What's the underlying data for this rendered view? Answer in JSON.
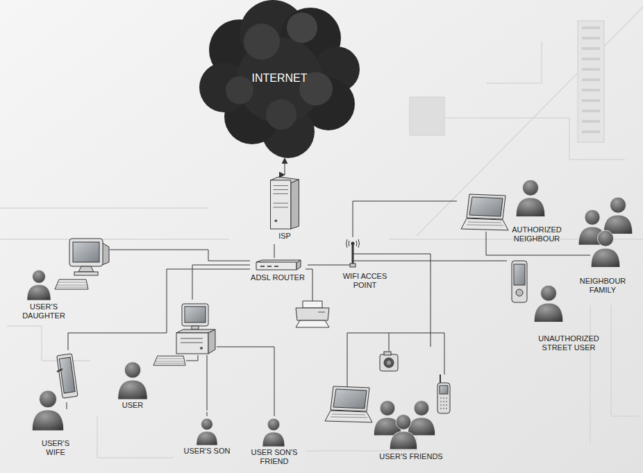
{
  "diagram": {
    "nodes": [
      {
        "text": [
          "INTERNET"
        ]
      },
      {
        "text": [
          "ISP"
        ]
      },
      {
        "text": [
          "ADSL ROUTER"
        ]
      },
      {
        "text": [
          "WIFI ACCES POINT"
        ]
      },
      {
        "text": [
          "USER'S DAUGHTER"
        ]
      },
      {
        "text": [
          "USER'S WIFE"
        ]
      },
      {
        "text": [
          "USER"
        ]
      },
      {
        "text": [
          "USER'S SON"
        ]
      },
      {
        "text": [
          "USER SON'S FRIEND"
        ]
      },
      {
        "text": [
          "USER'S FRIENDS"
        ]
      },
      {
        "text": [
          "AUTHORIZED NEIGHBOUR"
        ]
      },
      {
        "text": [
          "NEIGHBOUR FAMILY"
        ]
      },
      {
        "text": [
          "UNAUTHORIZED STREET USER"
        ]
      }
    ],
    "edges": [
      {
        "from": 0,
        "to": 1,
        "arrow": "both"
      },
      {
        "from": 1,
        "to": 2,
        "arrow": "none"
      },
      {
        "from": 2,
        "to": 3,
        "arrow": "none"
      },
      {
        "from": 2,
        "to": 4,
        "arrow": "none"
      },
      {
        "from": 2,
        "to": 5,
        "arrow": "none"
      },
      {
        "from": 2,
        "to": 6,
        "arrow": "none"
      },
      {
        "from": 6,
        "to": 7,
        "arrow": "none"
      },
      {
        "from": 6,
        "to": 8,
        "arrow": "none"
      },
      {
        "from": 3,
        "to": 9,
        "arrow": "none"
      },
      {
        "from": 3,
        "to": 10,
        "arrow": "none"
      },
      {
        "from": 3,
        "to": 12,
        "arrow": "none"
      },
      {
        "from": 10,
        "to": 11,
        "arrow": "none"
      }
    ]
  }
}
